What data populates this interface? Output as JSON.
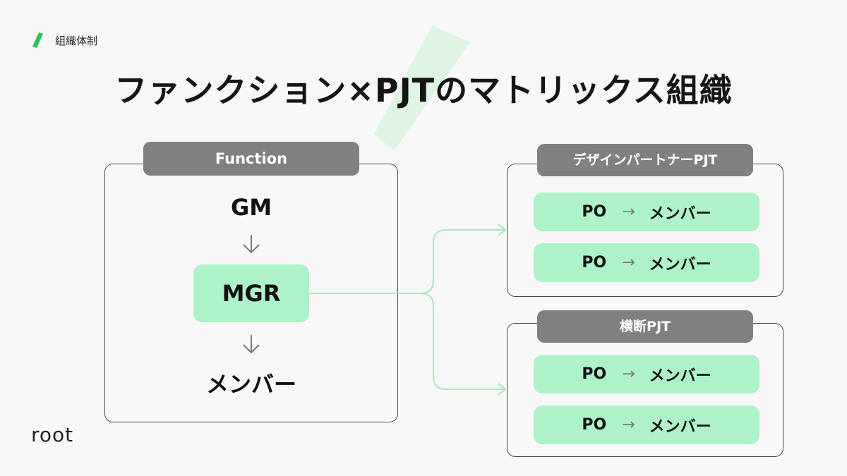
{
  "header": {
    "section_label": "組織体制",
    "title": "ファンクション×PJTのマトリックス組織"
  },
  "function_box": {
    "header": "Function",
    "top": "GM",
    "middle": "MGR",
    "bottom": "メンバー"
  },
  "pjt_groups": [
    {
      "header": "デザインパートナーPJT",
      "rows": [
        {
          "left": "PO",
          "right": "メンバー"
        },
        {
          "left": "PO",
          "right": "メンバー"
        }
      ]
    },
    {
      "header": "横断PJT",
      "rows": [
        {
          "left": "PO",
          "right": "メンバー"
        },
        {
          "left": "PO",
          "right": "メンバー"
        }
      ]
    }
  ],
  "logo": {
    "text": "root"
  },
  "colors": {
    "accent_green": "#2fc25b",
    "mint": "#aef3c8",
    "header_gray": "#808080",
    "connector": "#a8e8bd"
  }
}
